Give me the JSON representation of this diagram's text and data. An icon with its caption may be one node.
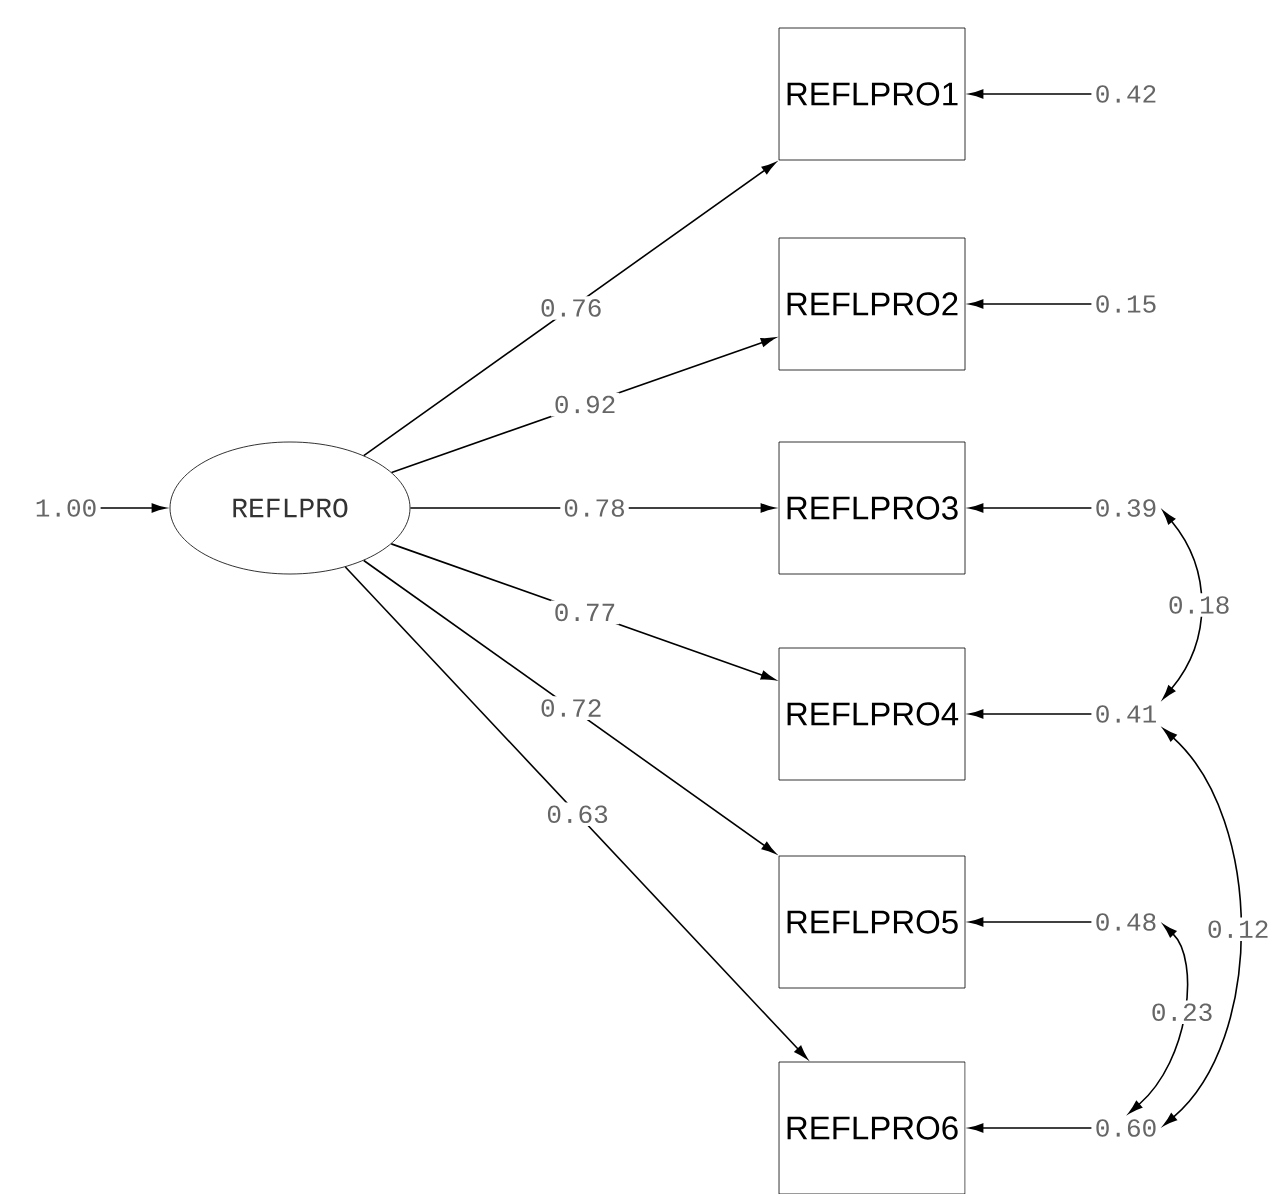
{
  "diagram": {
    "nodes": [
      {
        "text": [
          "REFLPRO"
        ]
      },
      {
        "text": [
          "REFLPRO1"
        ]
      },
      {
        "text": [
          "REFLPRO2"
        ]
      },
      {
        "text": [
          "REFLPRO3"
        ]
      },
      {
        "text": [
          "REFLPRO4"
        ]
      },
      {
        "text": [
          "REFLPRO5"
        ]
      },
      {
        "text": [
          "REFLPRO6"
        ]
      },
      {
        "text": [
          "0.42"
        ]
      },
      {
        "text": [
          "0.15"
        ]
      },
      {
        "text": [
          "0.39"
        ]
      },
      {
        "text": [
          "0.41"
        ]
      },
      {
        "text": [
          "0.48"
        ]
      },
      {
        "text": [
          "0.60"
        ]
      },
      {
        "text": [
          "1.00"
        ]
      }
    ],
    "edges": [
      {
        "from": 13,
        "to": 0,
        "arrow": "to"
      },
      {
        "from": 0,
        "to": 1,
        "arrow": "to",
        "label": "0.76"
      },
      {
        "from": 0,
        "to": 2,
        "arrow": "to",
        "label": "0.92"
      },
      {
        "from": 0,
        "to": 3,
        "arrow": "to",
        "label": "0.78"
      },
      {
        "from": 0,
        "to": 4,
        "arrow": "to",
        "label": "0.77"
      },
      {
        "from": 0,
        "to": 5,
        "arrow": "to",
        "label": "0.72"
      },
      {
        "from": 0,
        "to": 6,
        "arrow": "to",
        "label": "0.63"
      },
      {
        "from": 7,
        "to": 1,
        "arrow": "to"
      },
      {
        "from": 8,
        "to": 2,
        "arrow": "to"
      },
      {
        "from": 9,
        "to": 3,
        "arrow": "to"
      },
      {
        "from": 10,
        "to": 4,
        "arrow": "to"
      },
      {
        "from": 11,
        "to": 5,
        "arrow": "to"
      },
      {
        "from": 12,
        "to": 6,
        "arrow": "to"
      },
      {
        "from": 9,
        "to": 10,
        "arrow": "both",
        "label": "0.18"
      },
      {
        "from": 10,
        "to": 12,
        "arrow": "both",
        "label": "0.12"
      },
      {
        "from": 11,
        "to": 12,
        "arrow": "both",
        "label": "0.23"
      }
    ]
  }
}
